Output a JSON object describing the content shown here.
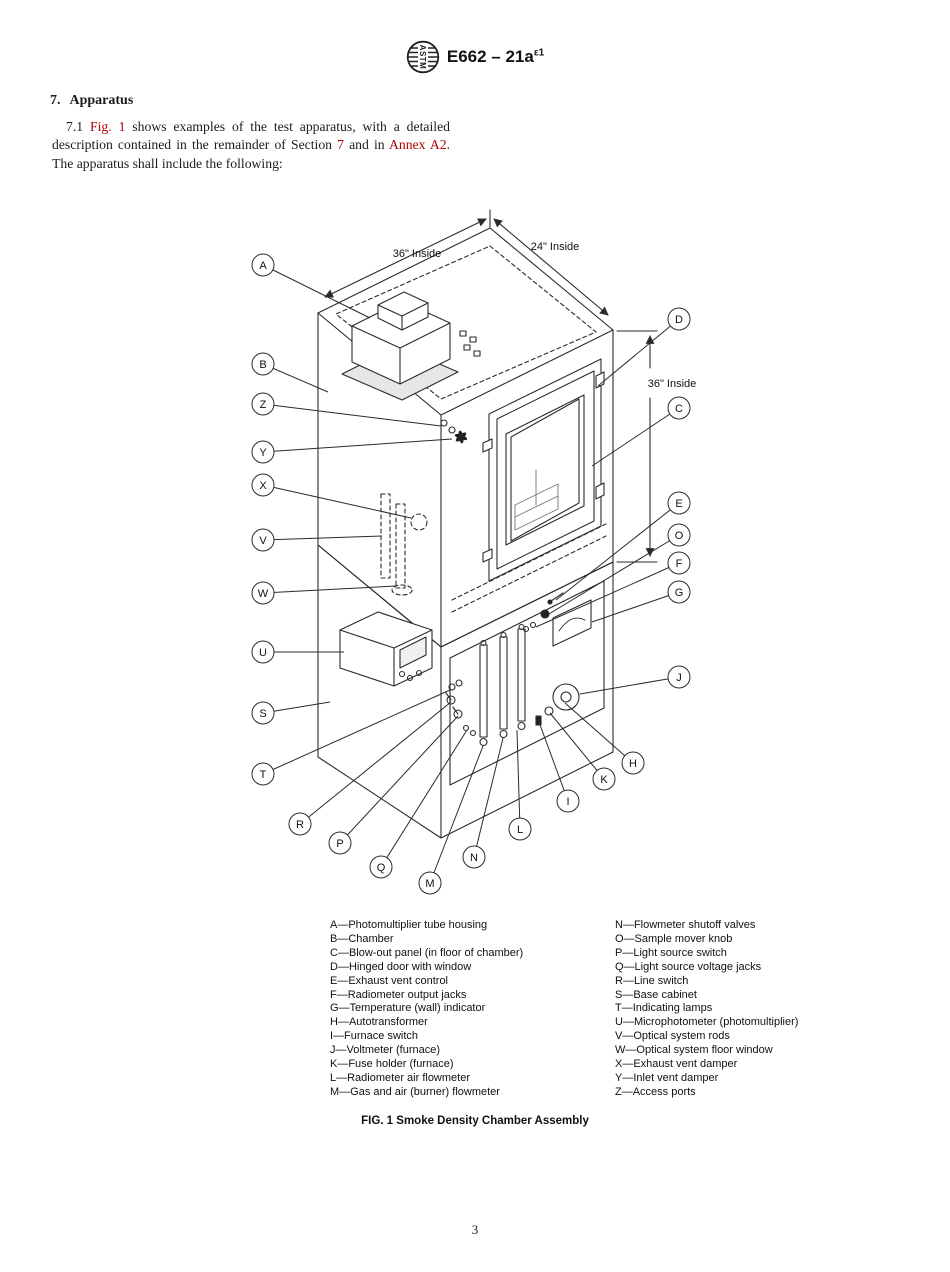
{
  "colors": {
    "link": "#b30000",
    "ink": "#1c1c1c"
  },
  "header": {
    "logo_text": "ASTM",
    "doc_code": "E662 – 21a",
    "doc_sup": "ε1"
  },
  "section": {
    "heading_num": "7.",
    "heading_title": "Apparatus"
  },
  "paragraph": {
    "num": "7.1 ",
    "link_fig": "Fig. 1",
    "t1": " shows examples of the test apparatus, with a detailed description contained in the remainder of Section ",
    "link_sec": "7",
    "t2": " and in ",
    "link_annex": "Annex A2",
    "t3": ". The apparatus shall include the following:"
  },
  "figure": {
    "dim_top_left": "36\" Inside",
    "dim_top_right": "24\" Inside",
    "dim_right": "36\" Inside",
    "caption": "FIG. 1 Smoke Density Chamber Assembly",
    "callouts": {
      "a": "A",
      "b": "B",
      "c": "C",
      "d": "D",
      "e": "E",
      "f": "F",
      "g": "G",
      "h": "H",
      "i": "I",
      "j": "J",
      "k": "K",
      "l": "L",
      "m": "M",
      "n": "N",
      "o": "O",
      "p": "P",
      "q": "Q",
      "r": "R",
      "s": "S",
      "t": "T",
      "u": "U",
      "v": "V",
      "w": "W",
      "x": "X",
      "y": "Y",
      "z": "Z"
    }
  },
  "legend": {
    "left": [
      "A—Photomultiplier tube housing",
      "B—Chamber",
      "C—Blow-out panel (in floor of chamber)",
      "D—Hinged door with window",
      "E—Exhaust vent control",
      "F—Radiometer output jacks",
      "G—Temperature (wall) indicator",
      "H—Autotransformer",
      "I—Furnace switch",
      "J—Voltmeter (furnace)",
      "K—Fuse holder (furnace)",
      "L—Radiometer air flowmeter",
      "M—Gas and air (burner) flowmeter"
    ],
    "right": [
      "N—Flowmeter shutoff valves",
      "O—Sample mover knob",
      "P—Light source switch",
      "Q—Light source voltage jacks",
      "R—Line switch",
      "S—Base cabinet",
      "T—Indicating lamps",
      "U—Microphotometer (photomultiplier)",
      "V—Optical system rods",
      "W—Optical system floor window",
      "X—Exhaust vent damper",
      "Y—Inlet vent damper",
      "Z—Access ports"
    ]
  },
  "page_number": "3"
}
